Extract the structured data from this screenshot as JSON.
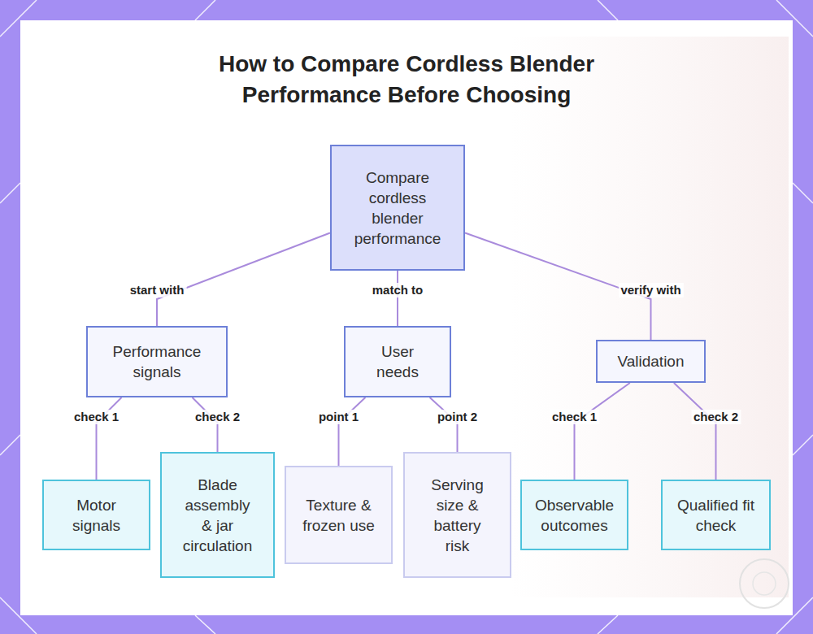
{
  "diagram": {
    "title": "How to Compare Cordless Blender Performance Before Choosing",
    "nodes": [
      {
        "text": [
          "Compare cordless blender performance"
        ]
      },
      {
        "text": [
          "Performance signals"
        ]
      },
      {
        "text": [
          "User needs"
        ]
      },
      {
        "text": [
          "Validation"
        ]
      },
      {
        "text": [
          "Motor signals"
        ]
      },
      {
        "text": [
          "Blade assembly & jar circulation"
        ]
      },
      {
        "text": [
          "Texture & frozen use"
        ]
      },
      {
        "text": [
          "Serving size & battery risk"
        ]
      },
      {
        "text": [
          "Observable outcomes"
        ]
      },
      {
        "text": [
          "Qualified fit check"
        ]
      }
    ],
    "edges": [
      {
        "from": 0,
        "to": 1,
        "label": "start with",
        "arrow": "none"
      },
      {
        "from": 0,
        "to": 2,
        "label": "match to",
        "arrow": "none"
      },
      {
        "from": 0,
        "to": 3,
        "label": "verify with",
        "arrow": "none"
      },
      {
        "from": 1,
        "to": 4,
        "label": "check 1",
        "arrow": "none"
      },
      {
        "from": 1,
        "to": 5,
        "label": "check 2",
        "arrow": "none"
      },
      {
        "from": 2,
        "to": 6,
        "label": "point 1",
        "arrow": "none"
      },
      {
        "from": 2,
        "to": 7,
        "label": "point 2",
        "arrow": "none"
      },
      {
        "from": 3,
        "to": 8,
        "label": "check 1",
        "arrow": "none"
      },
      {
        "from": 3,
        "to": 9,
        "label": "check 2",
        "arrow": "none"
      }
    ]
  }
}
